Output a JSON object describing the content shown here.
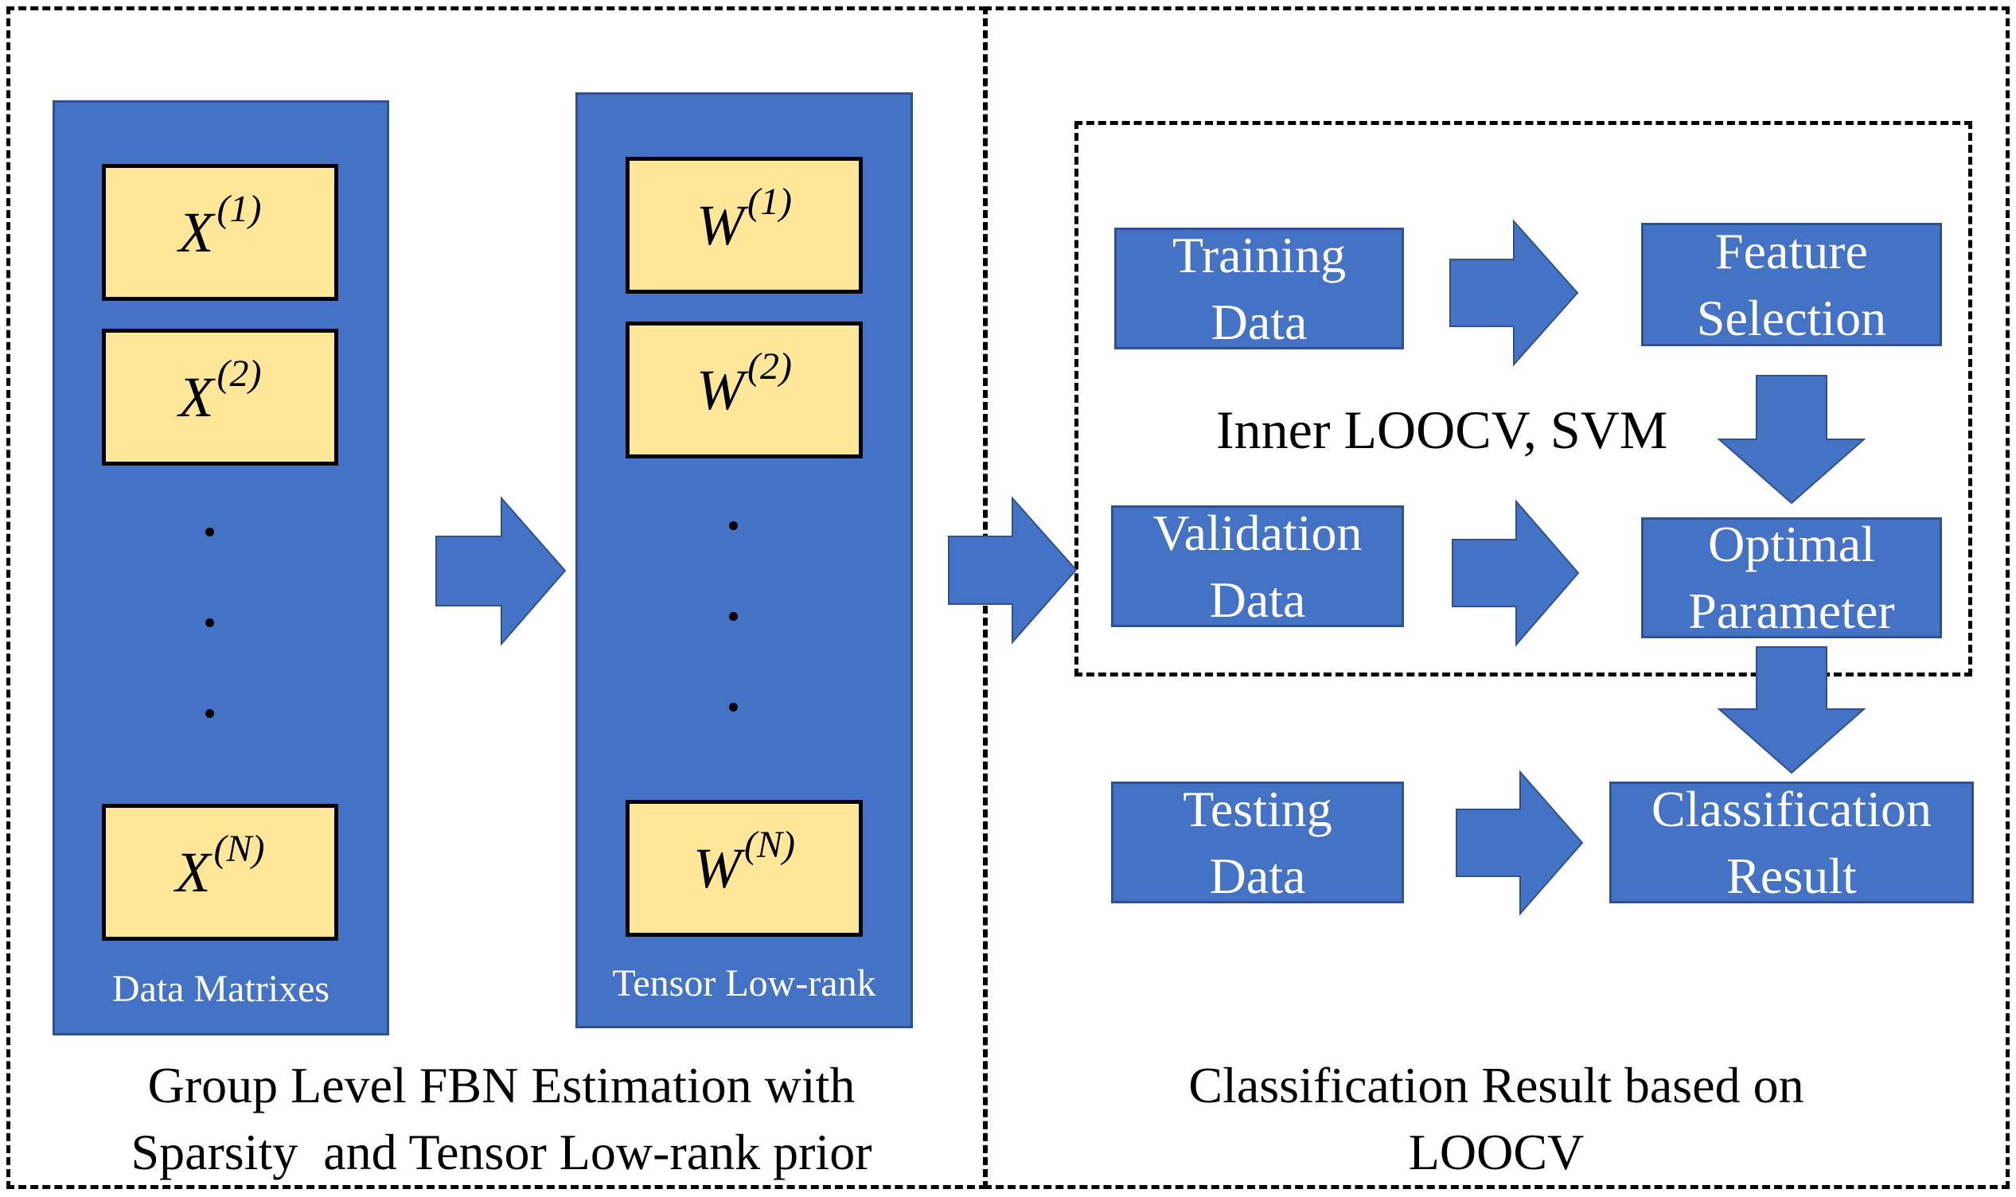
{
  "left_panel": {
    "data_column": {
      "label": "Data Matrixes",
      "symbol": "X",
      "superscripts": [
        "(1)",
        "(2)",
        "(N)"
      ]
    },
    "tensor_column": {
      "label": "Tensor Low-rank",
      "symbol": "W",
      "superscripts": [
        "(1)",
        "(2)",
        "(N)"
      ]
    },
    "caption_line1": "Group Level FBN Estimation with",
    "caption_line2": "Sparsity  and Tensor Low-rank prior"
  },
  "right_panel": {
    "inner_label": "Inner LOOCV, SVM",
    "training": [
      "Training",
      "Data"
    ],
    "feature_selection": [
      "Feature",
      "Selection"
    ],
    "validation": [
      "Validation",
      "Data"
    ],
    "optimal_parameter": [
      "Optimal",
      "Parameter"
    ],
    "testing": [
      "Testing",
      "Data"
    ],
    "classification_result": [
      "Classification",
      "Result"
    ],
    "caption_line1": "Classification Result based on",
    "caption_line2": "LOOCV"
  }
}
